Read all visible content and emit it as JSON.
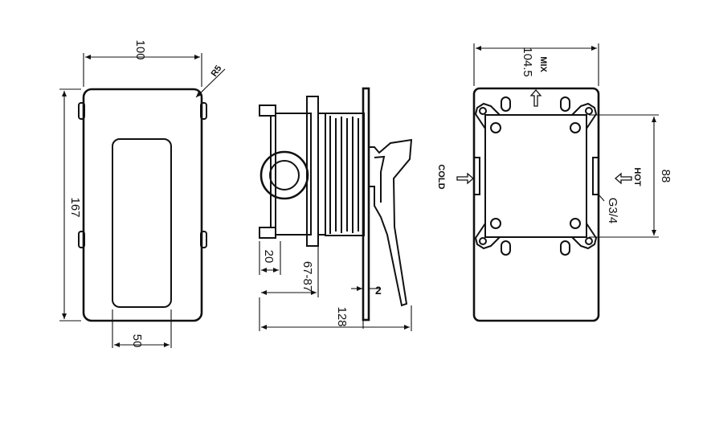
{
  "front_view": {
    "dim_width": "100",
    "dim_height": "167",
    "dim_slot_width": "50",
    "dim_corner_radius": "R5"
  },
  "side_view": {
    "dim_flange": "20",
    "dim_depth_range": "67-87",
    "dim_plate": "2",
    "dim_total": "128"
  },
  "back_view": {
    "dim_width": "104.5",
    "dim_height": "88",
    "label_mix": "MIX",
    "label_cold": "COLD",
    "label_hot": "HOT",
    "label_thread": "G3/4"
  }
}
